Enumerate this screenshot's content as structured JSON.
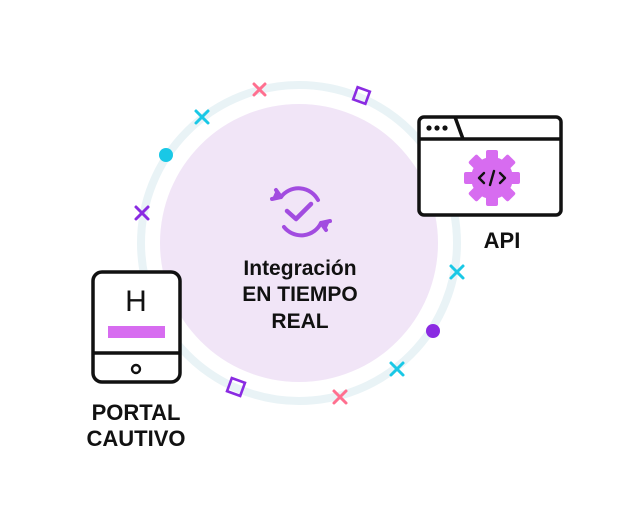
{
  "center": {
    "line1": "Integración",
    "line2": "EN TIEMPO",
    "line3": "REAL",
    "icon": "sync-check-icon"
  },
  "api": {
    "label": "API",
    "icon": "browser-gear-code-icon"
  },
  "portal": {
    "line1": "PORTAL",
    "line2": "CAUTIVO",
    "icon": "tablet-icon",
    "screen_letter": "H"
  },
  "colors": {
    "orbit": "#e9f3f6",
    "disc": "#f1e5f7",
    "purple": "#8a2be2",
    "violet_icon": "#a24ce0",
    "pink": "#d76cf0",
    "cyan": "#19c8e6",
    "coral": "#ff6f8f",
    "outline": "#111111"
  }
}
